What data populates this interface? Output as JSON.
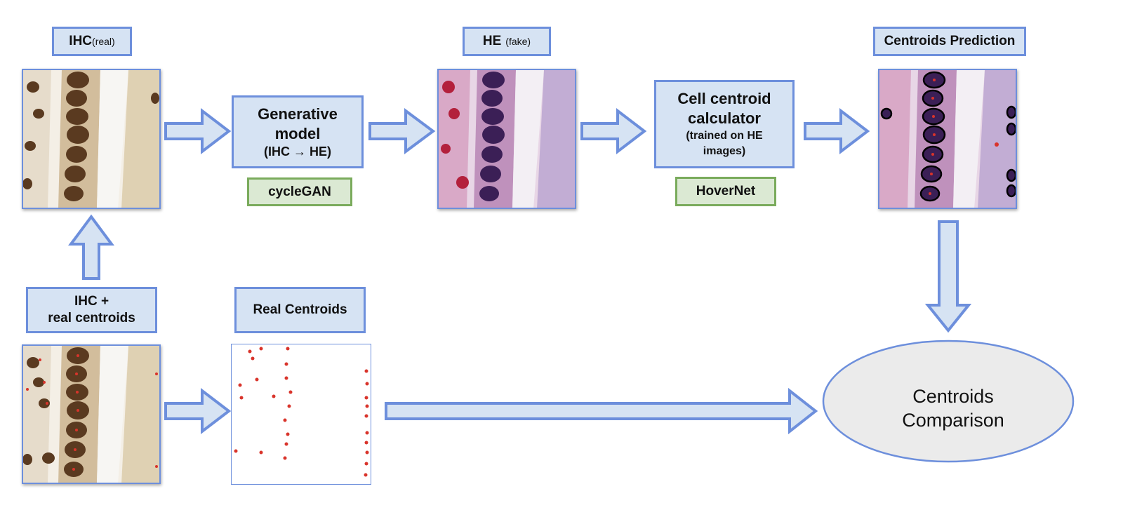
{
  "labels": {
    "ihc_real_main": "IHC",
    "ihc_real_suffix": "(real)",
    "he_fake_main": "HE",
    "he_fake_suffix": "(fake)",
    "centroids_prediction": "Centroids Prediction",
    "ihc_real_centroids_line1": "IHC +",
    "ihc_real_centroids_line2": "real centroids",
    "real_centroids": "Real Centroids"
  },
  "processes": {
    "generative": {
      "line1": "Generative",
      "line2": "model",
      "line3": "(IHC → HE)",
      "tool": "cycleGAN"
    },
    "calculator": {
      "line1": "Cell centroid",
      "line2": "calculator",
      "line3": "(trained on HE",
      "line4": "images)",
      "tool": "HoverNet"
    }
  },
  "comparison": {
    "line1": "Centroids",
    "line2": "Comparison"
  },
  "colors": {
    "box_fill": "#d6e3f3",
    "box_border": "#6d8fdc",
    "tool_fill": "#dbe9d3",
    "tool_border": "#7aab5c",
    "arrow_fill": "#d6e3f3",
    "arrow_border": "#6d8fdc",
    "ellipse_fill": "#ebebeb",
    "ellipse_border": "#6d8fdc",
    "centroid_dot": "#d9342b",
    "ihc_nucleus": "#5a3a20",
    "he_nucleus": "#3b1f56"
  }
}
